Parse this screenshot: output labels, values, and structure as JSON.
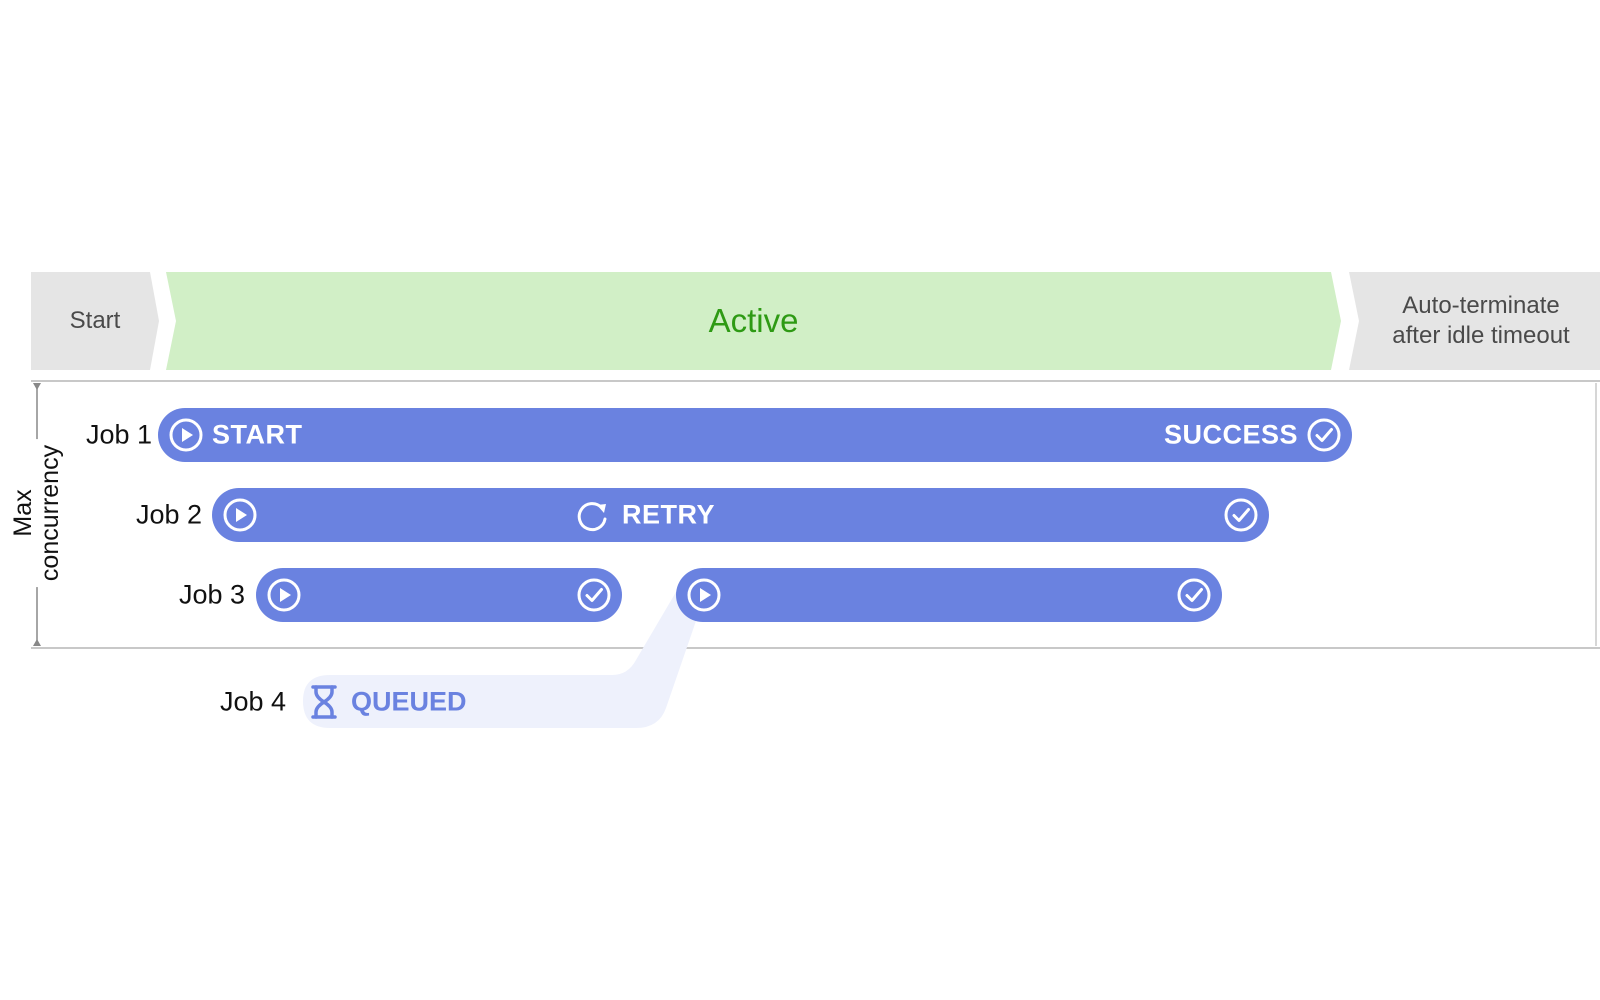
{
  "phases": {
    "start": "Start",
    "active": "Active",
    "end_line1": "Auto-terminate",
    "end_line2": "after idle timeout"
  },
  "axis": {
    "line1": "Max",
    "line2": "concurrency"
  },
  "jobs": [
    {
      "label": "Job 1",
      "start_text": "START",
      "end_text": "SUCCESS"
    },
    {
      "label": "Job 2",
      "middle_text": "RETRY"
    },
    {
      "label": "Job 3"
    },
    {
      "label": "Job 4",
      "status_text": "QUEUED"
    }
  ],
  "colors": {
    "bar": "#6a82e0",
    "queued_fill": "#eef1fc",
    "active_phase": "#d1efc6",
    "active_text": "#2e9a14",
    "inactive_phase": "#e5e5e5",
    "frame": "#c8c8c8"
  },
  "icons": {
    "start": "play-circle-icon",
    "end": "check-circle-icon",
    "retry": "retry-icon",
    "queued": "hourglass-icon"
  }
}
